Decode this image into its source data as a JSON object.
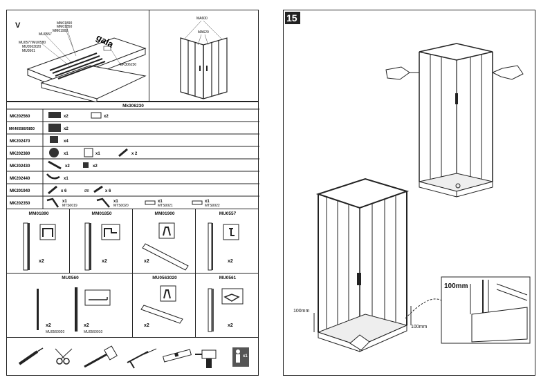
{
  "left": {
    "section_letter": "V",
    "brand": "gala",
    "box_labels": [
      "MM01890",
      "MM01850",
      "MM01900",
      "MU0557",
      "MU0577/MU0580",
      "MU0563020",
      "MU0561"
    ],
    "box_bag_label": "MK306230",
    "top_labels": [
      "MA600",
      "MA620"
    ],
    "kit_title": "Mk306230",
    "kit_rows": [
      {
        "code": "MK202560",
        "items": [
          {
            "qty": "x2"
          },
          {
            "qty": "x2"
          }
        ]
      },
      {
        "code": "MK405580/5850",
        "items": [
          {
            "qty": "x2"
          }
        ]
      },
      {
        "code": "MK202470",
        "items": [
          {
            "qty": "x4"
          }
        ]
      },
      {
        "code": "MK202380",
        "items": [
          {
            "qty": "x1"
          },
          {
            "qty": "x1"
          },
          {
            "qty": "x 2"
          }
        ]
      },
      {
        "code": "MK202430",
        "items": [
          {
            "qty": "x2"
          },
          {
            "qty": "x2"
          }
        ]
      },
      {
        "code": "MK202440",
        "items": [
          {
            "qty": "x1"
          }
        ]
      },
      {
        "code": "MK201940",
        "items": [
          {
            "qty": "x 6"
          },
          {
            "qty": "x 6",
            "prefix": "Ø8"
          }
        ]
      },
      {
        "code": "MK202350",
        "items": [
          {
            "qty": "x1",
            "sub": "MTS0019"
          },
          {
            "qty": "x1",
            "sub": "MTS0020"
          },
          {
            "qty": "x1",
            "sub": "MTS0021"
          },
          {
            "qty": "x1",
            "sub": "MTS0022"
          }
        ]
      }
    ],
    "profiles_row1": [
      {
        "code": "MM01890",
        "qty": "x2"
      },
      {
        "code": "MM01850",
        "qty": "x2"
      },
      {
        "code": "MM01900",
        "qty": "x2"
      },
      {
        "code": "MU0557",
        "qty": "x2"
      }
    ],
    "profiles_row2": [
      {
        "code": "MU0560",
        "items": [
          {
            "qty": "x2",
            "sub": "MU0560020"
          },
          {
            "qty": "x2",
            "sub": "MU0560010"
          }
        ]
      },
      {
        "code": "MU0563020",
        "qty": "x2"
      },
      {
        "code": "MU0561",
        "qty": "x2"
      }
    ],
    "tools": [
      "screwdriver-icon",
      "scissors-icon",
      "hammer-icon",
      "silicone-gun-icon",
      "level-icon",
      "drill-icon",
      "person-icon"
    ],
    "tool_person_count": "x1"
  },
  "right": {
    "step_number": "15",
    "dim_left": "100mm",
    "dim_right": "100mm",
    "dim_detail": "100mm"
  }
}
